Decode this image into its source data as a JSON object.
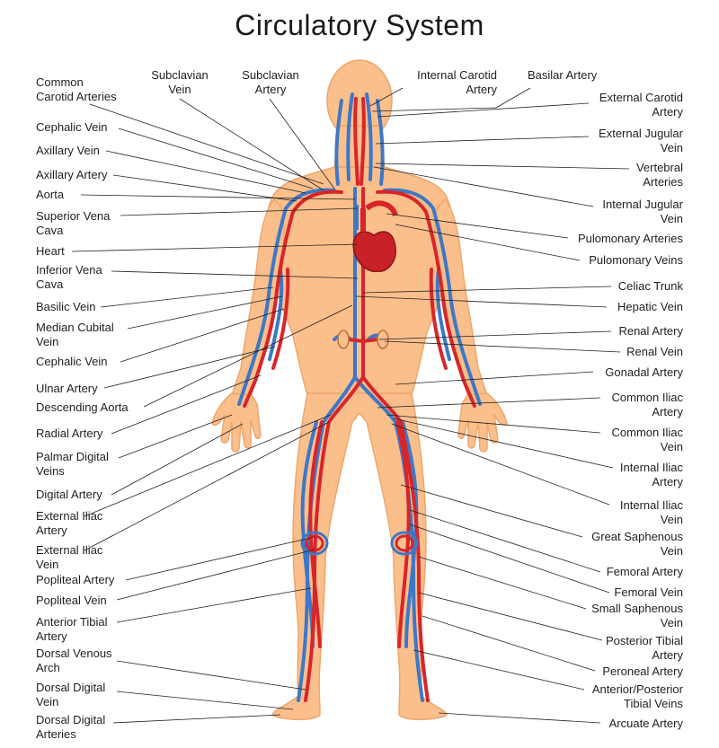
{
  "title": "Circulatory System",
  "colors": {
    "skin": "#fbbf8c",
    "skin_edge": "#eea66b",
    "artery": "#d8252a",
    "vein": "#3d78c7",
    "heart": "#c82127",
    "leader": "#222222"
  },
  "labels": {
    "left": [
      "Common\nCarotid Arteries",
      "Cephalic Vein",
      "Axillary Vein",
      "Axillary Artery",
      "Aorta",
      "Superior Vena\nCava",
      "Heart",
      "Inferior Vena\nCava",
      "Basilic Vein",
      "Median Cubital\nVein",
      "Cephalic Vein",
      "Ulnar Artery",
      "Descending Aorta",
      "Radial Artery",
      "Palmar Digital\nVeins",
      "Digital Artery",
      "External Iliac\nArtery",
      "External Iliac\nVein",
      "Popliteal Artery",
      "Popliteal Vein",
      "Anterior Tibial\nArtery",
      "Dorsal Venous\nArch",
      "Dorsal Digital\nVein",
      "Dorsal Digital\nArteries"
    ],
    "top": [
      "Subclavian\nVein",
      "Subclavian\nArtery",
      "Internal Carotid\nArtery",
      "Basilar Artery"
    ],
    "right": [
      "External Carotid\nArtery",
      "External Jugular\nVein",
      "Vertebral\nArteries",
      "Internal Jugular\nVein",
      "Pulomonary Arteries",
      "Pulomonary Veins",
      "Celiac Trunk",
      "Hepatic Vein",
      "Renal Artery",
      "Renal Vein",
      "Gonadal Artery",
      "Common Iliac\nArtery",
      "Common Iliac\nVein",
      "Internal Iliac\nArtery",
      "Internal Iliac\nVein",
      "Great Saphenous\nVein",
      "Femoral Artery",
      "Femoral Vein",
      "Small Saphenous\nVein",
      "Posterior Tibial\nArtery",
      "Peroneal Artery",
      "Anterior/Posterior\nTibial Veins",
      "Arcuate Artery"
    ]
  }
}
